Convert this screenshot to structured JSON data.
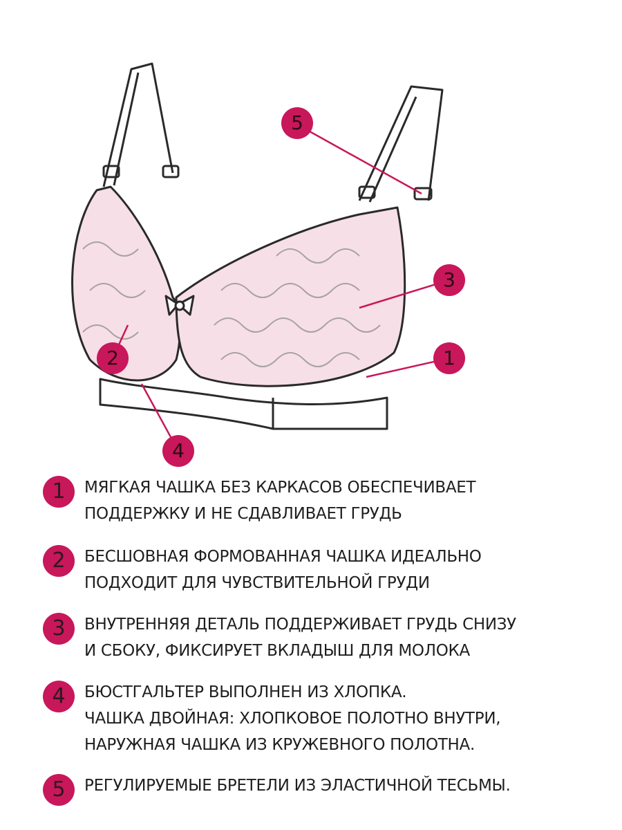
{
  "accent_color": "#c8175a",
  "callouts": [
    "1",
    "2",
    "3",
    "4",
    "5"
  ],
  "features": [
    {
      "number": "1",
      "lines": [
        "МЯГКАЯ ЧАШКА БЕЗ КАРКАСОВ ОБЕСПЕЧИВАЕТ",
        "ПОДДЕРЖКУ И НЕ СДАВЛИВАЕТ ГРУДЬ"
      ]
    },
    {
      "number": "2",
      "lines": [
        "БЕСШОВНАЯ ФОРМОВАННАЯ ЧАШКА ИДЕАЛЬНО",
        "ПОДХОДИТ ДЛЯ ЧУВСТВИТЕЛЬНОЙ ГРУДИ"
      ]
    },
    {
      "number": "3",
      "lines": [
        "ВНУТРЕННЯЯ ДЕТАЛЬ ПОДДЕРЖИВАЕТ ГРУДЬ СНИЗУ",
        "И СБОКУ, ФИКСИРУЕТ ВКЛАДЫШ ДЛЯ МОЛОКА"
      ]
    },
    {
      "number": "4",
      "lines": [
        "БЮСТГАЛЬТЕР ВЫПОЛНЕН ИЗ ХЛОПКА.",
        "ЧАШКА ДВОЙНАЯ: ХЛОПКОВОЕ ПОЛОТНО ВНУТРИ,",
        "НАРУЖНАЯ ЧАШКА ИЗ КРУЖЕВНОГО ПОЛОТНА."
      ]
    },
    {
      "number": "5",
      "lines": [
        "РЕГУЛИРУЕМЫЕ БРЕТЕЛИ ИЗ ЭЛАСТИЧНОЙ ТЕСЬМЫ."
      ]
    }
  ]
}
